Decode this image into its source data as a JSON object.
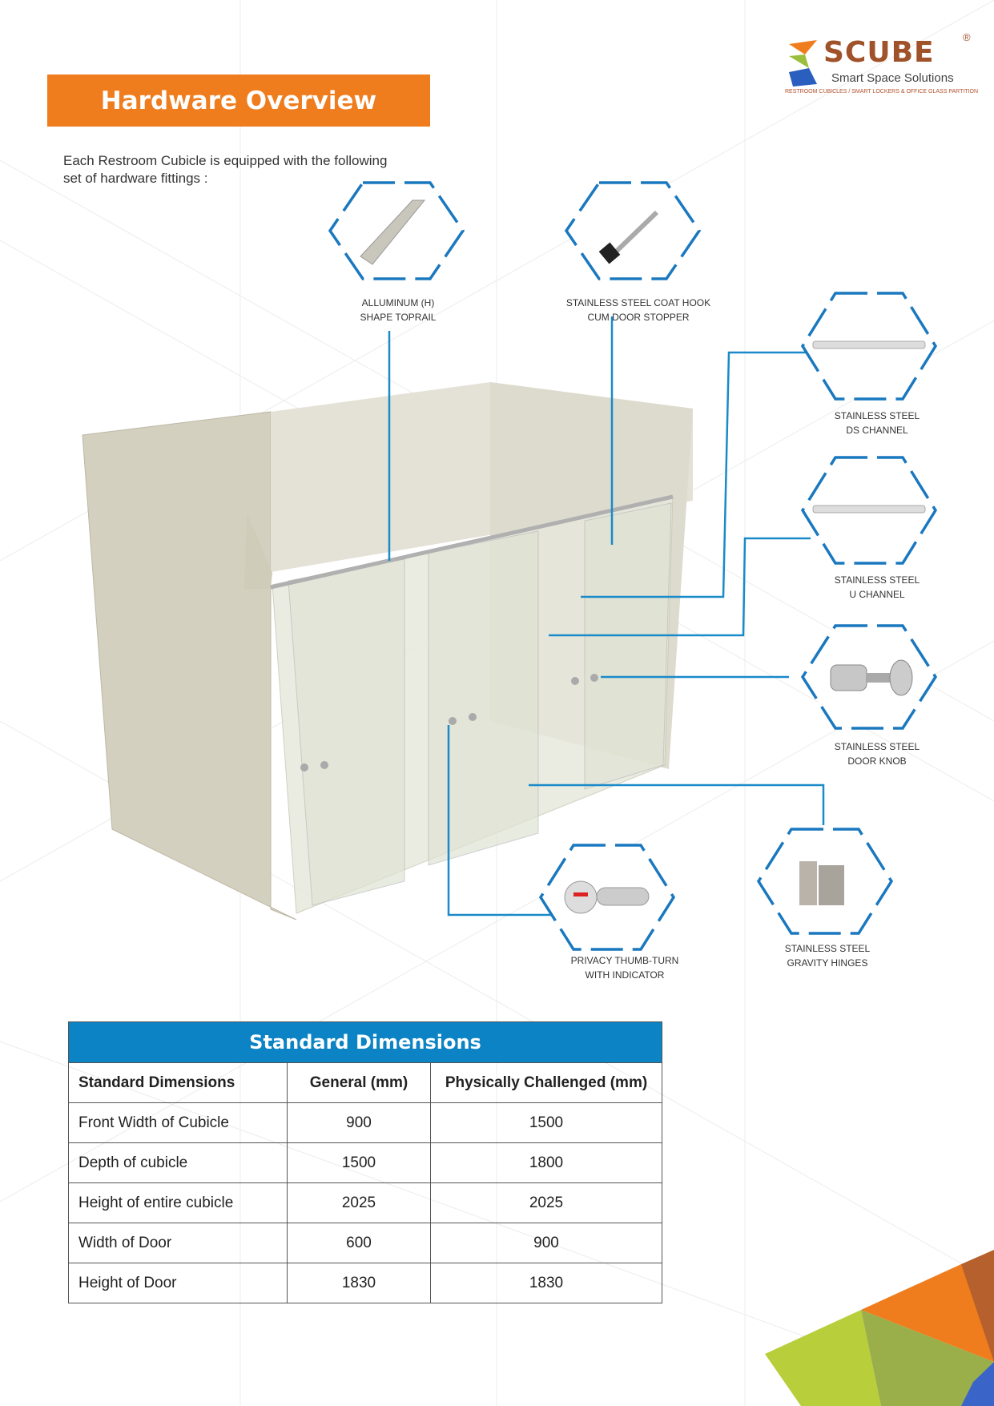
{
  "logo": {
    "name": "SCUBE",
    "tagline": "Smart Space Solutions",
    "subline": "RESTROOM CUBICLES / SMART LOCKERS & OFFICE GLASS PARTITION",
    "reg": "®"
  },
  "title": "Hardware Overview",
  "intro": "Each Restroom Cubicle is equipped with the following set of hardware fittings :",
  "hardware": [
    {
      "line1": "ALLUMINUM (H)",
      "line2": "SHAPE TOPRAIL"
    },
    {
      "line1": "STAINLESS STEEL COAT HOOK",
      "line2": "CUM DOOR STOPPER"
    },
    {
      "line1": "STAINLESS STEEL",
      "line2": "DS CHANNEL"
    },
    {
      "line1": "STAINLESS STEEL",
      "line2": "U CHANNEL"
    },
    {
      "line1": "STAINLESS STEEL",
      "line2": "DOOR KNOB"
    },
    {
      "line1": "STAINLESS STEEL",
      "line2": "GRAVITY HINGES"
    },
    {
      "line1": "PRIVACY THUMB-TURN",
      "line2": "WITH INDICATOR"
    }
  ],
  "table": {
    "title": "Standard Dimensions",
    "headers": [
      "Standard Dimensions",
      "General (mm)",
      "Physically Challenged (mm)"
    ],
    "rows": [
      [
        "Front Width of Cubicle",
        "900",
        "1500"
      ],
      [
        "Depth of cubicle",
        "1500",
        "1800"
      ],
      [
        "Height of entire cubicle",
        "2025",
        "2025"
      ],
      [
        "Width of Door",
        "600",
        "900"
      ],
      [
        "Height of Door",
        "1830",
        "1830"
      ]
    ]
  },
  "colors": {
    "orange": "#ef7d1e",
    "blue": "#0b83c4"
  }
}
